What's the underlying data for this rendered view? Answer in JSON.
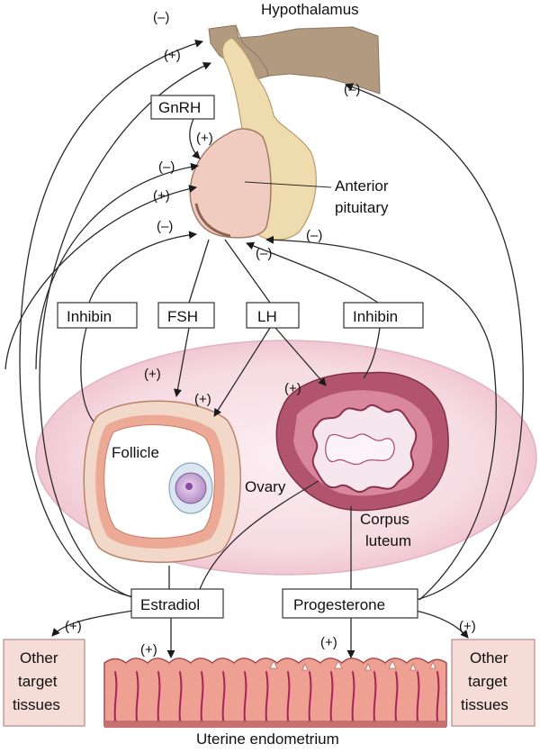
{
  "labels": {
    "hypothalamus": "Hypothalamus",
    "gnrh": "GnRH",
    "anterior_pituitary_1": "Anterior",
    "anterior_pituitary_2": "pituitary",
    "inhibin_left": "Inhibin",
    "fsh": "FSH",
    "lh": "LH",
    "inhibin_right": "Inhibin",
    "follicle": "Follicle",
    "ovary": "Ovary",
    "corpus_1": "Corpus",
    "corpus_2": "luteum",
    "estradiol": "Estradiol",
    "progesterone": "Progesterone",
    "other_left_1": "Other",
    "other_left_2": "target",
    "other_left_3": "tissues",
    "other_right_1": "Other",
    "other_right_2": "target",
    "other_right_3": "tissues",
    "uterine": "Uterine endometrium"
  },
  "signs": {
    "plus": "(+)",
    "minus": "(–)"
  },
  "colors": {
    "hypothalamus": "#b19a80",
    "pituitary_posterior": "#efdcae",
    "pituitary_anterior": "#f0cbc0",
    "ovary": "#f6dbe2",
    "follicle_ring": "#e9a994",
    "corpus_luteum": "#b2546e",
    "endometrium": "#eea092",
    "vessel": "#a8235a",
    "target_box": "#f6dcd6"
  }
}
